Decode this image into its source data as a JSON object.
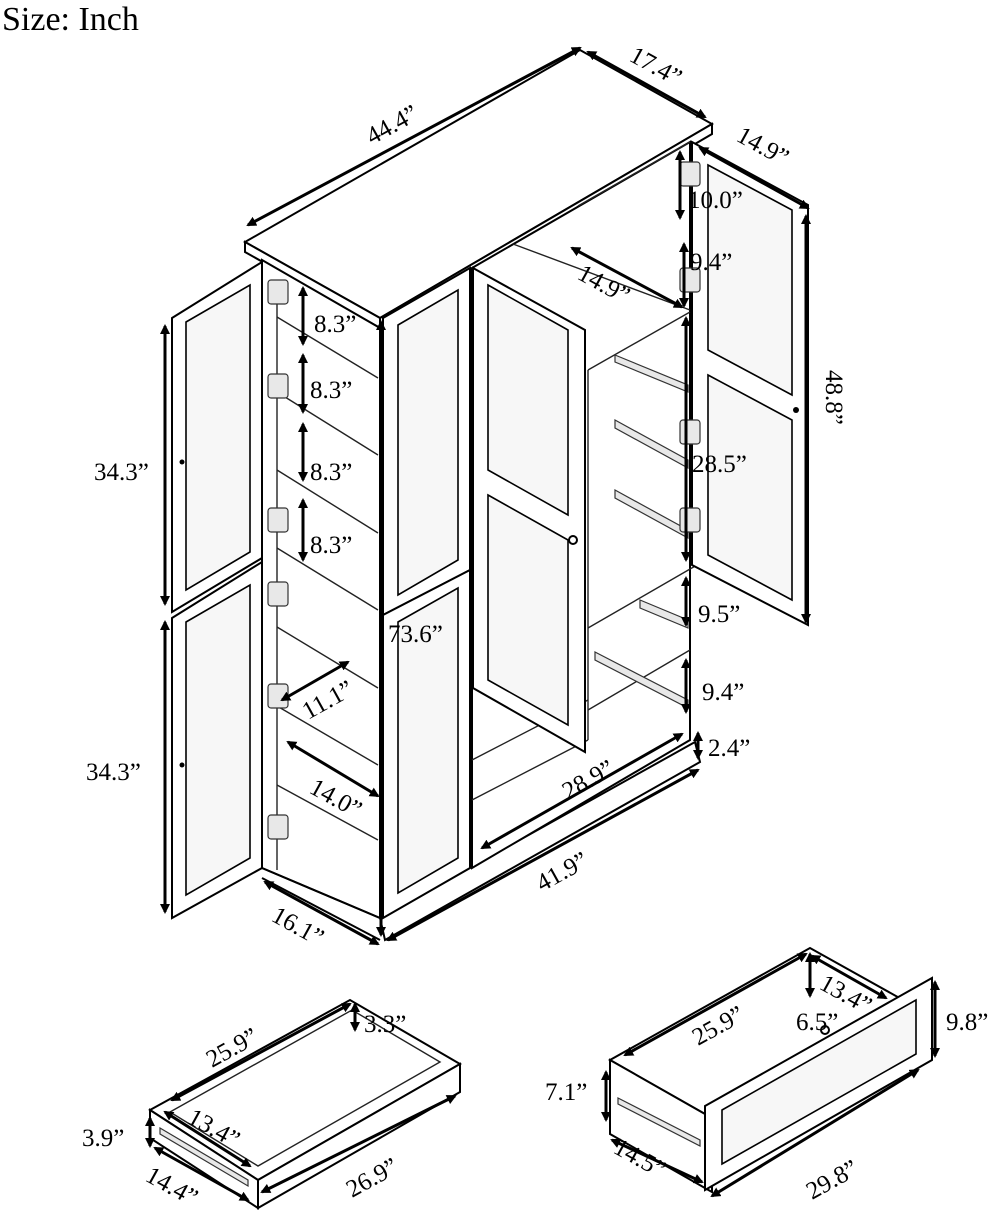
{
  "title": "Size: Inch",
  "cabinet_dimensions": {
    "top_width": "44.4”",
    "top_depth": "17.4”",
    "right_door_width": "14.9”",
    "upper_right_gap": "10.0”",
    "right_shelf_gap": "9.4”",
    "right_shelf_depth": "14.9”",
    "right_door_height": "48.8”",
    "left_door_upper_height": "34.3”",
    "left_door_lower_height": "34.3”",
    "left_shelf_gap_1": "8.3”",
    "left_shelf_gap_2": "8.3”",
    "left_shelf_gap_3": "8.3”",
    "left_shelf_gap_4": "8.3”",
    "overall_height": "73.6”",
    "drawer_section_height": "28.5”",
    "lower_gap_1": "9.5”",
    "lower_gap_2": "9.4”",
    "base_height": "2.4”",
    "inner_width": "28.9”",
    "bottom_width": "41.9”",
    "left_shelf_depth": "11.1”",
    "left_shelf_width": "14.0”",
    "side_depth": "16.1”"
  },
  "drawer_small": {
    "length": "25.9”",
    "height": "3.3”",
    "inner_width": "13.4”",
    "front_height": "3.9”",
    "outer_width": "14.4”",
    "outer_length": "26.9”"
  },
  "drawer_large": {
    "length": "25.9”",
    "inner_width": "13.4”",
    "inner_height": "6.5”",
    "front_height": "9.8”",
    "side_height": "7.1”",
    "outer_width": "14.5”",
    "front_width": "29.8”"
  }
}
